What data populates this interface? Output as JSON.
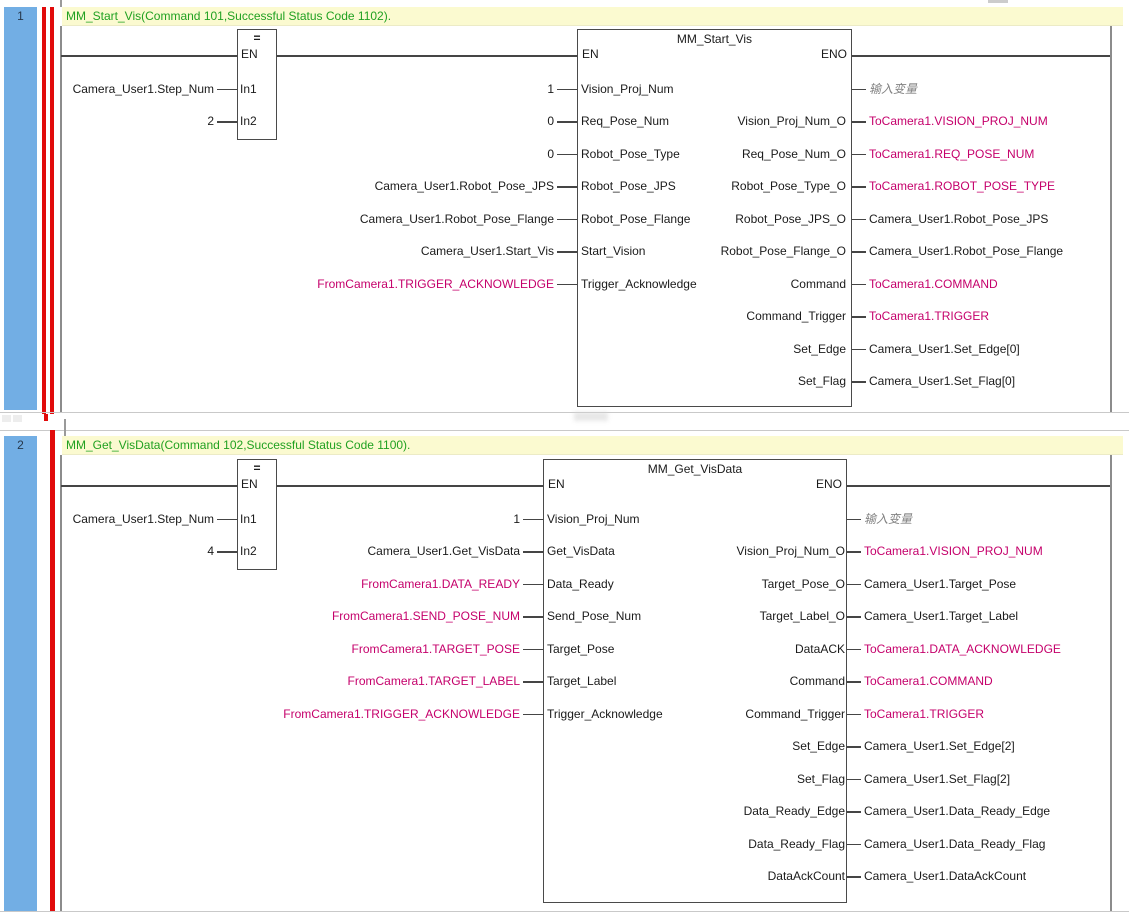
{
  "editor": {
    "language": "FBD/LD",
    "colors": {
      "network_band": "#72AEE4",
      "change_bar_red": "#E10B0B",
      "comment_background": "#FBFAD0",
      "comment_text_green": "#21A121",
      "global_device_magenta": "#C5006B",
      "local_label_black": "#1a1a1a",
      "annotation_gray": "#828282"
    }
  },
  "networks": [
    {
      "number": "1",
      "comment": "MM_Start_Vis(Command 101,Successful Status Code 1102).",
      "compare": {
        "header": "=",
        "en_label": "EN",
        "inputs": [
          {
            "pin": "In1",
            "operand": "Camera_User1.Step_Num",
            "kind": "local"
          },
          {
            "pin": "In2",
            "operand": "2",
            "kind": "local"
          }
        ]
      },
      "fb": {
        "title": "MM_Start_Vis",
        "en_label": "EN",
        "eno_label": "ENO",
        "inputs": [
          {
            "pin": "Vision_Proj_Num",
            "operand": "1",
            "kind": "local"
          },
          {
            "pin": "Req_Pose_Num",
            "operand": "0",
            "kind": "local"
          },
          {
            "pin": "Robot_Pose_Type",
            "operand": "0",
            "kind": "local"
          },
          {
            "pin": "Robot_Pose_JPS",
            "operand": "Camera_User1.Robot_Pose_JPS",
            "kind": "local"
          },
          {
            "pin": "Robot_Pose_Flange",
            "operand": "Camera_User1.Robot_Pose_Flange",
            "kind": "local"
          },
          {
            "pin": "Start_Vision",
            "operand": "Camera_User1.Start_Vis",
            "kind": "local"
          },
          {
            "pin": "Trigger_Acknowledge",
            "operand": "FromCamera1.TRIGGER_ACKNOWLEDGE",
            "kind": "global"
          }
        ],
        "outputs": [
          {
            "pin": "",
            "operand": "输入变量",
            "kind": "comment"
          },
          {
            "pin": "Vision_Proj_Num_O",
            "operand": "ToCamera1.VISION_PROJ_NUM",
            "kind": "global"
          },
          {
            "pin": "Req_Pose_Num_O",
            "operand": "ToCamera1.REQ_POSE_NUM",
            "kind": "global"
          },
          {
            "pin": "Robot_Pose_Type_O",
            "operand": "ToCamera1.ROBOT_POSE_TYPE",
            "kind": "global"
          },
          {
            "pin": "Robot_Pose_JPS_O",
            "operand": "Camera_User1.Robot_Pose_JPS",
            "kind": "local"
          },
          {
            "pin": "Robot_Pose_Flange_O",
            "operand": "Camera_User1.Robot_Pose_Flange",
            "kind": "local"
          },
          {
            "pin": "Command",
            "operand": "ToCamera1.COMMAND",
            "kind": "global"
          },
          {
            "pin": "Command_Trigger",
            "operand": "ToCamera1.TRIGGER",
            "kind": "global"
          },
          {
            "pin": "Set_Edge",
            "operand": "Camera_User1.Set_Edge[0]",
            "kind": "local"
          },
          {
            "pin": "Set_Flag",
            "operand": "Camera_User1.Set_Flag[0]",
            "kind": "local"
          }
        ]
      }
    },
    {
      "number": "2",
      "comment": "MM_Get_VisData(Command 102,Successful Status Code 1100).",
      "compare": {
        "header": "=",
        "en_label": "EN",
        "inputs": [
          {
            "pin": "In1",
            "operand": "Camera_User1.Step_Num",
            "kind": "local"
          },
          {
            "pin": "In2",
            "operand": "4",
            "kind": "local"
          }
        ]
      },
      "fb": {
        "title": "MM_Get_VisData",
        "en_label": "EN",
        "eno_label": "ENO",
        "inputs": [
          {
            "pin": "Vision_Proj_Num",
            "operand": "1",
            "kind": "local"
          },
          {
            "pin": "Get_VisData",
            "operand": "Camera_User1.Get_VisData",
            "kind": "local"
          },
          {
            "pin": "Data_Ready",
            "operand": "FromCamera1.DATA_READY",
            "kind": "global"
          },
          {
            "pin": "Send_Pose_Num",
            "operand": "FromCamera1.SEND_POSE_NUM",
            "kind": "global"
          },
          {
            "pin": "Target_Pose",
            "operand": "FromCamera1.TARGET_POSE",
            "kind": "global"
          },
          {
            "pin": "Target_Label",
            "operand": "FromCamera1.TARGET_LABEL",
            "kind": "global"
          },
          {
            "pin": "Trigger_Acknowledge",
            "operand": "FromCamera1.TRIGGER_ACKNOWLEDGE",
            "kind": "global"
          }
        ],
        "outputs": [
          {
            "pin": "",
            "operand": "输入变量",
            "kind": "comment"
          },
          {
            "pin": "Vision_Proj_Num_O",
            "operand": "ToCamera1.VISION_PROJ_NUM",
            "kind": "global"
          },
          {
            "pin": "Target_Pose_O",
            "operand": "Camera_User1.Target_Pose",
            "kind": "local"
          },
          {
            "pin": "Target_Label_O",
            "operand": "Camera_User1.Target_Label",
            "kind": "local"
          },
          {
            "pin": "DataACK",
            "operand": "ToCamera1.DATA_ACKNOWLEDGE",
            "kind": "global"
          },
          {
            "pin": "Command",
            "operand": "ToCamera1.COMMAND",
            "kind": "global"
          },
          {
            "pin": "Command_Trigger",
            "operand": "ToCamera1.TRIGGER",
            "kind": "global"
          },
          {
            "pin": "Set_Edge",
            "operand": "Camera_User1.Set_Edge[2]",
            "kind": "local"
          },
          {
            "pin": "Set_Flag",
            "operand": "Camera_User1.Set_Flag[2]",
            "kind": "local"
          },
          {
            "pin": "Data_Ready_Edge",
            "operand": "Camera_User1.Data_Ready_Edge",
            "kind": "local"
          },
          {
            "pin": "Data_Ready_Flag",
            "operand": "Camera_User1.Data_Ready_Flag",
            "kind": "local"
          },
          {
            "pin": "DataAckCount",
            "operand": "Camera_User1.DataAckCount",
            "kind": "local"
          }
        ]
      }
    }
  ]
}
